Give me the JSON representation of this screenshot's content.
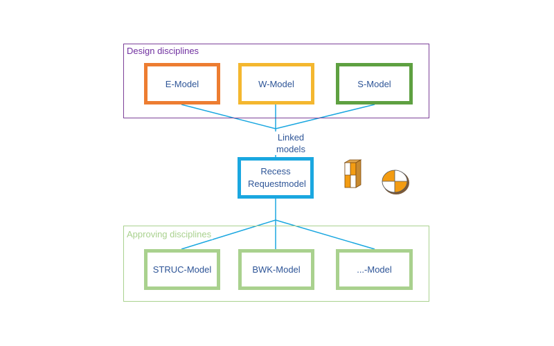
{
  "diagram": {
    "design_group": {
      "title": "Design disciplines"
    },
    "approving_group": {
      "title": "Approving disciplines"
    },
    "design_models": [
      {
        "label": "E-Model",
        "color": "#ed7d31"
      },
      {
        "label": "W-Model",
        "color": "#f4b72f"
      },
      {
        "label": "S-Model",
        "color": "#5ea041"
      }
    ],
    "linked_label": "Linked models",
    "central_model": {
      "label": "Recess Requestmodel",
      "color": "#1aa7e0"
    },
    "approving_models": [
      {
        "label": "STRUC-Model",
        "color": "#a9d18e"
      },
      {
        "label": "BWK-Model",
        "color": "#a9d18e"
      },
      {
        "label": "...-Model",
        "color": "#a9d18e"
      }
    ],
    "connector_color": "#1aa7e0",
    "icons": [
      "cube-recess-icon",
      "sphere-recess-icon"
    ]
  }
}
